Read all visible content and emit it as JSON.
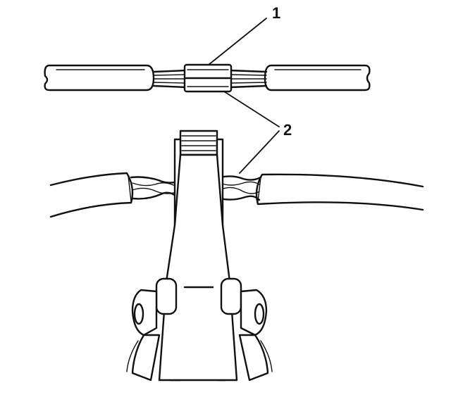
{
  "callouts": [
    {
      "id": "1",
      "text": "1"
    },
    {
      "id": "2",
      "text": "2"
    }
  ],
  "colors": {
    "ink": "#111111",
    "paper": "#ffffff"
  }
}
